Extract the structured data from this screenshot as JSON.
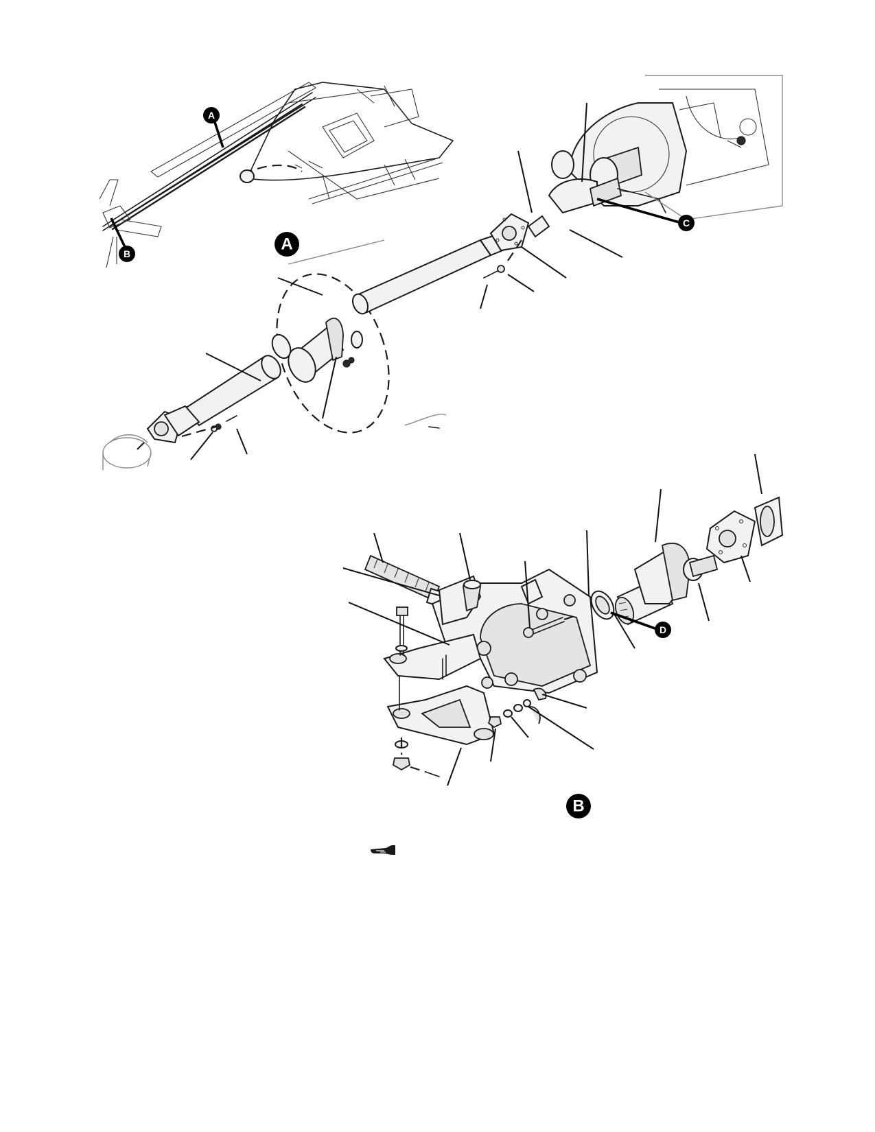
{
  "figure": {
    "callouts": {
      "a": "A",
      "b": "B",
      "c": "C",
      "d": "D"
    },
    "views": {
      "view_a": "A",
      "view_b": "B"
    },
    "note_icon": "pointing-hand-icon"
  },
  "colors": {
    "ink": "#1a1a1a",
    "paper": "#ffffff",
    "callout_fill": "#000000",
    "callout_text": "#ffffff"
  }
}
